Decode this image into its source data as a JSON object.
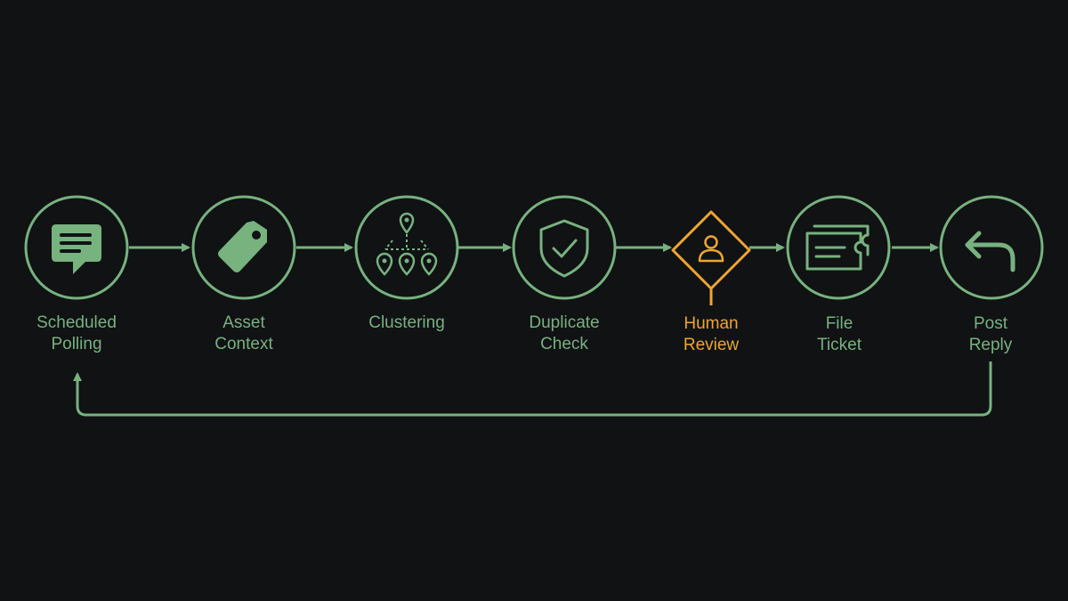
{
  "colors": {
    "background": "#101214",
    "accent": "#77b27f",
    "highlight": "#eea530"
  },
  "steps": [
    {
      "id": "scheduled-polling",
      "label": "Scheduled\nPolling",
      "icon": "chat-bubble-icon",
      "shape": "circle"
    },
    {
      "id": "asset-context",
      "label": "Asset\nContext",
      "icon": "tag-icon",
      "shape": "circle"
    },
    {
      "id": "clustering",
      "label": "Clustering",
      "icon": "map-pins-icon",
      "shape": "circle"
    },
    {
      "id": "duplicate-check",
      "label": "Duplicate\nCheck",
      "icon": "shield-check-icon",
      "shape": "circle"
    },
    {
      "id": "human-review",
      "label": "Human\nReview",
      "icon": "person-icon",
      "shape": "diamond"
    },
    {
      "id": "file-ticket",
      "label": "File\nTicket",
      "icon": "ticket-icon",
      "shape": "circle"
    },
    {
      "id": "post-reply",
      "label": "Post\nReply",
      "icon": "reply-arrow-icon",
      "shape": "circle"
    }
  ],
  "edges": [
    {
      "from": "scheduled-polling",
      "to": "asset-context"
    },
    {
      "from": "asset-context",
      "to": "clustering"
    },
    {
      "from": "clustering",
      "to": "duplicate-check"
    },
    {
      "from": "duplicate-check",
      "to": "human-review"
    },
    {
      "from": "human-review",
      "to": "file-ticket"
    },
    {
      "from": "file-ticket",
      "to": "post-reply"
    },
    {
      "from": "post-reply",
      "to": "scheduled-polling",
      "type": "loop"
    }
  ]
}
